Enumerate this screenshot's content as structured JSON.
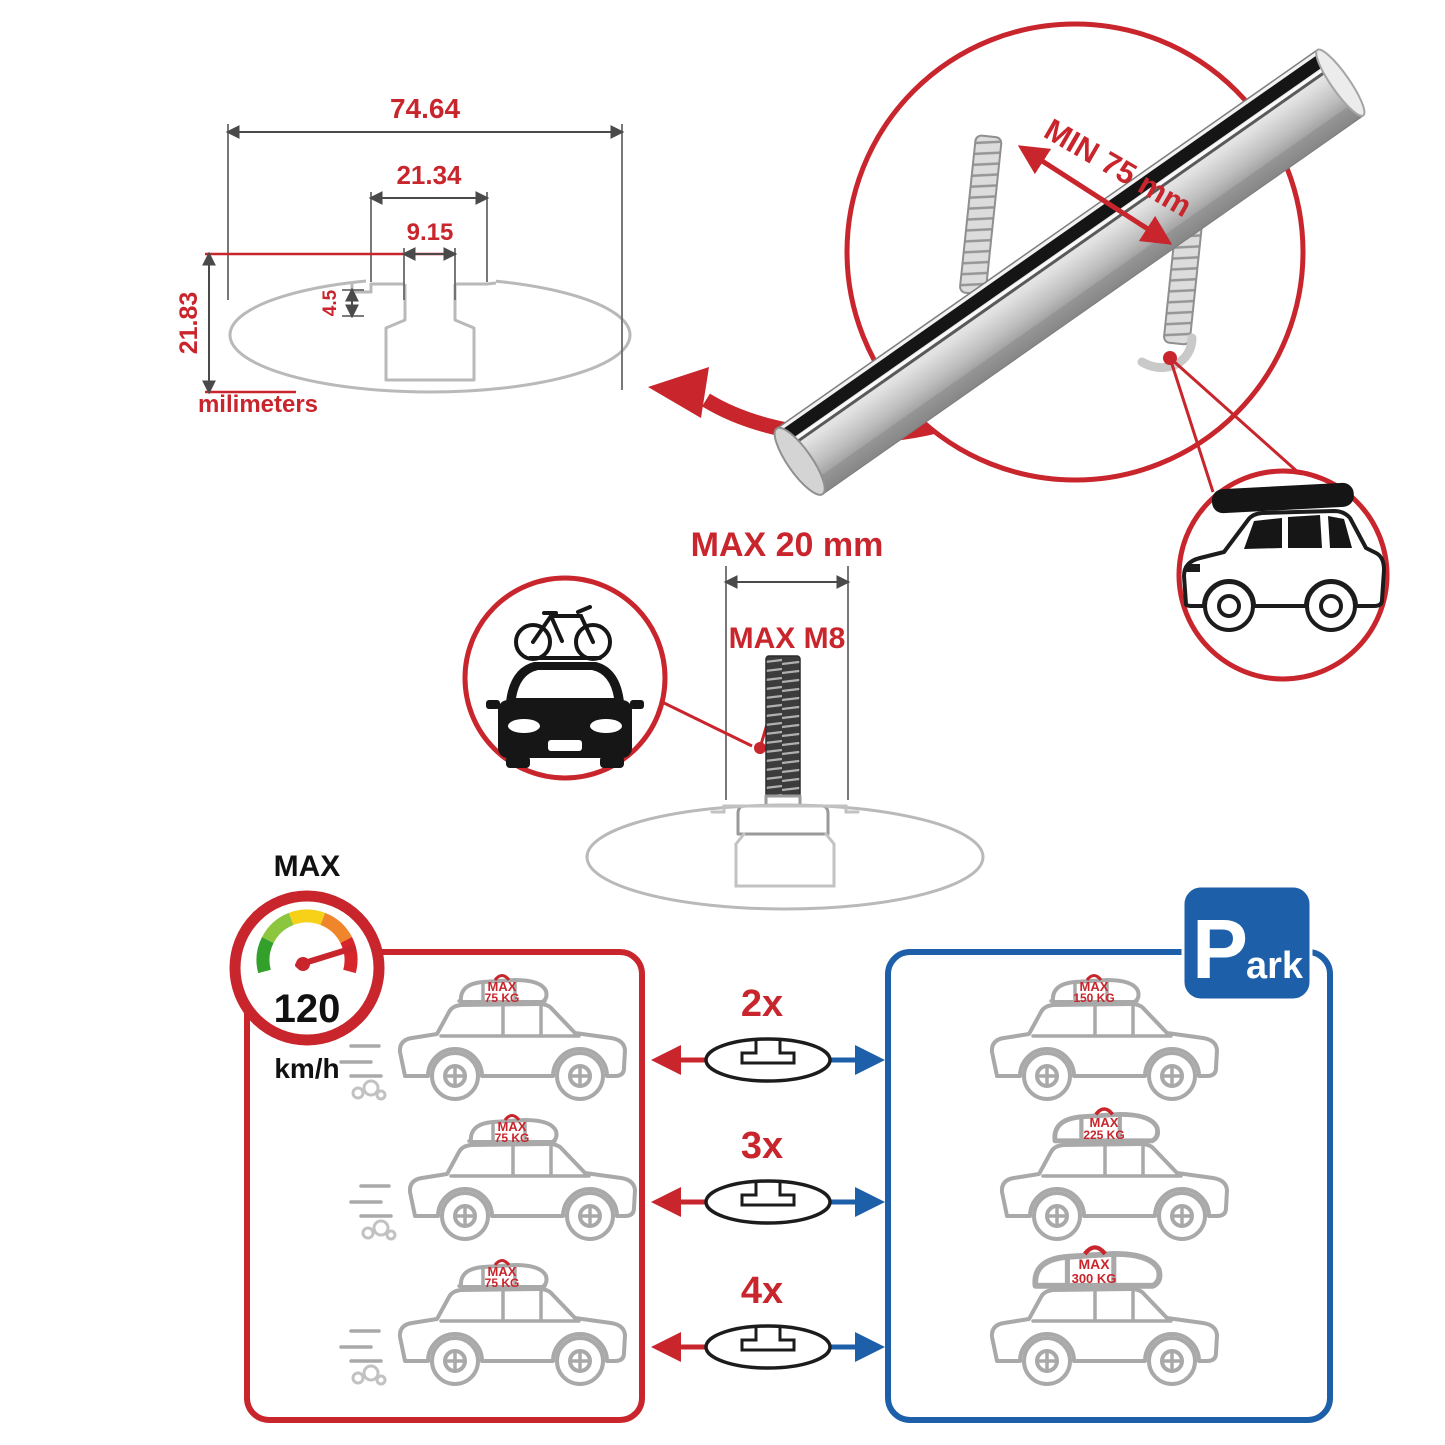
{
  "colors": {
    "red": "#c9252c",
    "blue": "#1d5fa9",
    "silver": "#bfbfbf",
    "outline_gray": "#a9a9a9"
  },
  "profile_dimensions": {
    "total_width": "74.64",
    "slot_outer_width": "21.34",
    "slot_inner_width": "9.15",
    "step_depth": "4.5",
    "total_height": "21.83",
    "units_label": "milimeters"
  },
  "crossbar_callout": {
    "min_spacing_label": "MIN 75 mm"
  },
  "fitting_callout": {
    "max_protrusion_label": "MAX 20 mm",
    "max_thread_label": "MAX M8"
  },
  "speed_limit": {
    "title": "MAX",
    "value": "120",
    "unit": "km/h"
  },
  "parking_sign": {
    "initial": "P",
    "rest": "ark"
  },
  "load_rows": [
    {
      "qty_label": "2x",
      "driving_max": "MAX",
      "driving_weight": "75 KG",
      "parked_max": "MAX",
      "parked_weight": "150 KG"
    },
    {
      "qty_label": "3x",
      "driving_max": "MAX",
      "driving_weight": "75 KG",
      "parked_max": "MAX",
      "parked_weight": "225 KG"
    },
    {
      "qty_label": "4x",
      "driving_max": "MAX",
      "driving_weight": "75 KG",
      "parked_max": "MAX",
      "parked_weight": "300 KG"
    }
  ],
  "icons": [
    "speedometer-icon",
    "parking-sign-icon",
    "car-front-bike-icon",
    "suv-roofbox-icon",
    "crossbar-profile-icon",
    "exhaust-icon"
  ]
}
